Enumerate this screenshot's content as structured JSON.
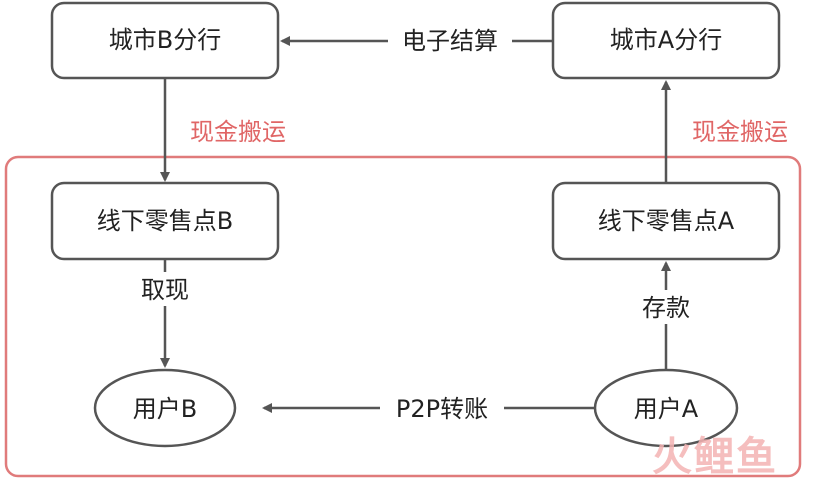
{
  "nodes": {
    "bank_b": "城市B分行",
    "bank_a": "城市A分行",
    "retail_b": "线下零售点B",
    "retail_a": "线下零售点A",
    "user_b": "用户B",
    "user_a": "用户A"
  },
  "edges": {
    "electronic_settlement": "电子结算",
    "cash_transport_left": "现金搬运",
    "cash_transport_right": "现金搬运",
    "withdraw": "取现",
    "deposit": "存款",
    "p2p_transfer": "P2P转账"
  },
  "watermark": "火鲤鱼",
  "colors": {
    "node_stroke": "#555555",
    "arrow": "#555555",
    "region_border": "#e07b7b",
    "cash_label": "#e06666",
    "watermark_fire": "#f4a6a6",
    "watermark_fish": "#f7c5c5"
  }
}
